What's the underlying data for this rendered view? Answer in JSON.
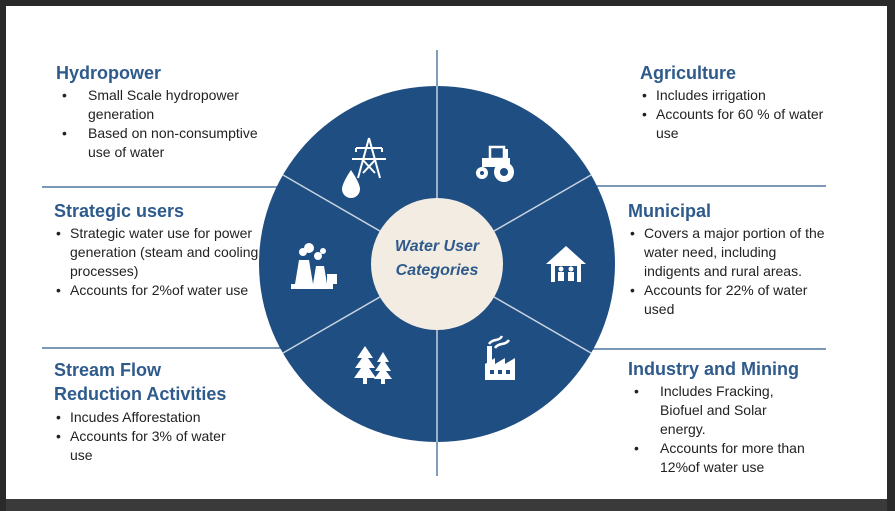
{
  "center": {
    "line1": "Water User",
    "line2": "Categories"
  },
  "colors": {
    "wheel": "#1f4e82",
    "heading": "#2e5a8c",
    "divider": "#2e5a8c",
    "hub": "#f3ece2"
  },
  "categories": [
    {
      "id": "hydropower",
      "icon": "transmission-tower-water-drop-icon",
      "title": "Hydropower",
      "items": [
        "Small Scale hydropower generation",
        "Based on non-consumptive use of water"
      ]
    },
    {
      "id": "strategic",
      "icon": "power-plant-icon",
      "title": "Strategic users",
      "items": [
        "Strategic water use for power generation (steam and cooling processes)",
        "Accounts for 2%of water use"
      ]
    },
    {
      "id": "streamflow",
      "icon": "trees-icon",
      "title_lines": [
        "Stream Flow",
        "Reduction Activities"
      ],
      "items": [
        "Incudes Afforestation",
        "Accounts for 3% of water use"
      ]
    },
    {
      "id": "agriculture",
      "icon": "tractor-icon",
      "title": "Agriculture",
      "items": [
        "Includes irrigation",
        "Accounts for 60 % of water use"
      ]
    },
    {
      "id": "municipal",
      "icon": "house-family-icon",
      "title": "Municipal",
      "items": [
        "Covers a major portion of the water  need, including indigents and rural areas.",
        "Accounts for 22% of water used"
      ]
    },
    {
      "id": "industry",
      "icon": "factory-icon",
      "title": "Industry and Mining",
      "items": [
        "Includes Fracking, Biofuel  and Solar energy.",
        "Accounts for more than 12%of water use"
      ]
    }
  ]
}
